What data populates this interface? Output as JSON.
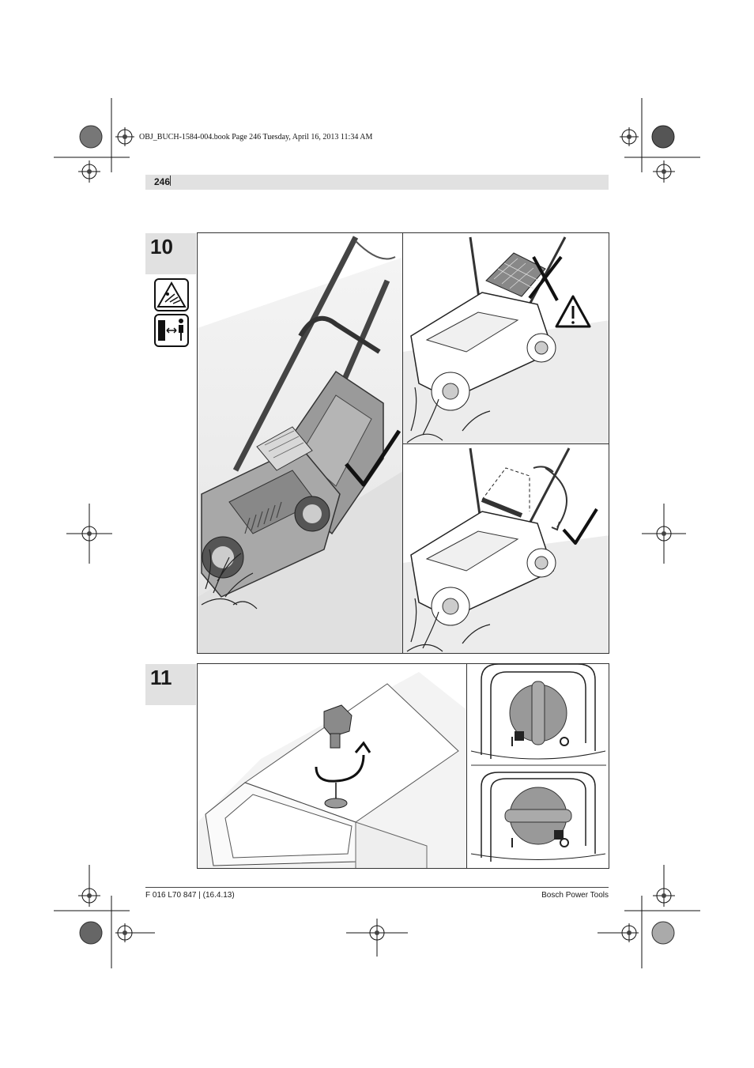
{
  "print_header": "OBJ_BUCH-1584-004.book  Page 246  Tuesday, April 16, 2013  11:34 AM",
  "page_number": "246",
  "figures": [
    {
      "label": "10"
    },
    {
      "label": "11"
    }
  ],
  "footer": {
    "doc_code": "F 016 L70 847 | (16.4.13)",
    "brand": "Bosch Power Tools"
  },
  "switch_labels": {
    "off": "I",
    "on": "O"
  }
}
